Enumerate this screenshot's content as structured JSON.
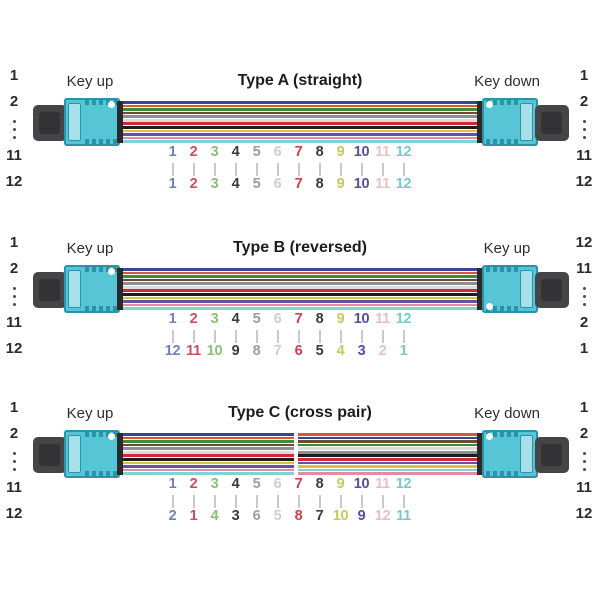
{
  "diagram": {
    "fiber_number_colors": [
      "#7081b6",
      "#d14b5e",
      "#8abf75",
      "#3a3a3c",
      "#9c9ca2",
      "#cdced0",
      "#d03c50",
      "#3a3a3c",
      "#c3ca5c",
      "#584ca4",
      "#e6bfc9",
      "#76c9cc"
    ],
    "ribbon_stripe_colors": [
      "#37459c",
      "#d65a2e",
      "#3f8a3c",
      "#6d4b33",
      "#8e8e96",
      "#dcdcdc",
      "#d02836",
      "#1c1c1c",
      "#d8c53e",
      "#6a4fa4",
      "#e18ca2",
      "#7fd2d8"
    ],
    "connector_colors": {
      "body": "#56c5d6",
      "body_edge": "#2b93a8",
      "panel": "#a6e0ea",
      "boot": "#454547",
      "boot_inner": "#333335",
      "ferrule_strip": "#2a2a2c",
      "key_dot": "#ffffff"
    },
    "tick_color": "#c9c9c9"
  },
  "sections": [
    {
      "title": "Type A (straight)",
      "left_key_label": "Key up",
      "right_key_label": "Key down",
      "left_positions": [
        "1",
        "2",
        "11",
        "12"
      ],
      "right_positions": [
        "1",
        "2",
        "11",
        "12"
      ],
      "top_row": [
        "1",
        "2",
        "3",
        "4",
        "5",
        "6",
        "7",
        "8",
        "9",
        "10",
        "11",
        "12"
      ],
      "bottom_row": [
        "1",
        "2",
        "3",
        "4",
        "5",
        "6",
        "7",
        "8",
        "9",
        "10",
        "11",
        "12"
      ],
      "right_key_dot": "top",
      "crossover": false
    },
    {
      "title": "Type B (reversed)",
      "left_key_label": "Key up",
      "right_key_label": "Key up",
      "left_positions": [
        "1",
        "2",
        "11",
        "12"
      ],
      "right_positions": [
        "12",
        "11",
        "2",
        "1"
      ],
      "top_row": [
        "1",
        "2",
        "3",
        "4",
        "5",
        "6",
        "7",
        "8",
        "9",
        "10",
        "11",
        "12"
      ],
      "bottom_row": [
        "12",
        "11",
        "10",
        "9",
        "8",
        "7",
        "6",
        "5",
        "4",
        "3",
        "2",
        "1"
      ],
      "right_key_dot": "bottom",
      "crossover": false
    },
    {
      "title": "Type C (cross pair)",
      "left_key_label": "Key up",
      "right_key_label": "Key down",
      "left_positions": [
        "1",
        "2",
        "11",
        "12"
      ],
      "right_positions": [
        "1",
        "2",
        "11",
        "12"
      ],
      "top_row": [
        "1",
        "2",
        "3",
        "4",
        "5",
        "6",
        "7",
        "8",
        "9",
        "10",
        "11",
        "12"
      ],
      "bottom_row": [
        "2",
        "1",
        "4",
        "3",
        "6",
        "5",
        "8",
        "7",
        "10",
        "9",
        "12",
        "11"
      ],
      "right_key_dot": "top",
      "crossover": true
    }
  ]
}
